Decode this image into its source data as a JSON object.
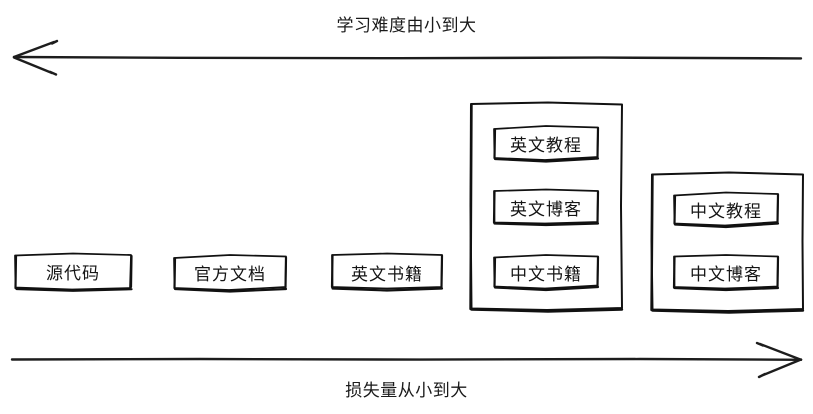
{
  "diagram": {
    "top_axis": {
      "label": "学习难度由小到大",
      "direction": "left",
      "arrow_name": "difficulty-axis-arrow"
    },
    "bottom_axis": {
      "label": "损失量从小到大",
      "direction": "right",
      "arrow_name": "loss-axis-arrow"
    },
    "nodes": [
      {
        "id": "source-code",
        "label": "源代码"
      },
      {
        "id": "official-docs",
        "label": "官方文档"
      },
      {
        "id": "english-books",
        "label": "英文书籍"
      }
    ],
    "groups": [
      {
        "id": "english-group",
        "items": [
          {
            "id": "english-tutorial",
            "label": "英文教程"
          },
          {
            "id": "english-blog",
            "label": "英文博客"
          },
          {
            "id": "chinese-books",
            "label": "中文书籍"
          }
        ]
      },
      {
        "id": "chinese-group",
        "items": [
          {
            "id": "chinese-tutorial",
            "label": "中文教程"
          },
          {
            "id": "chinese-blog",
            "label": "中文博客"
          }
        ]
      }
    ],
    "colors": {
      "stroke": "#111111",
      "background": "#ffffff",
      "text": "#151515"
    }
  }
}
